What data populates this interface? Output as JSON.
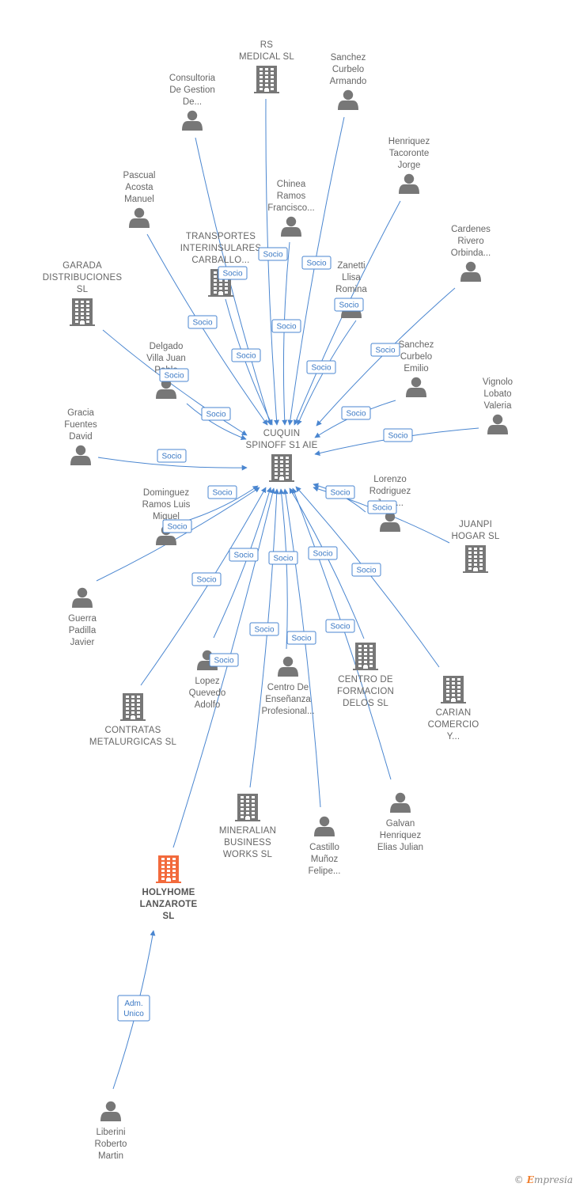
{
  "colors": {
    "edge": "#4a86d0",
    "node_icon": "#777777",
    "highlight_icon": "#f26a3c",
    "text": "#666666"
  },
  "nodes": [
    {
      "id": "cuquin",
      "type": "company",
      "lines": [
        "CUQUIN",
        "SPINOFF S1 AIE"
      ]
    },
    {
      "id": "rs_medical",
      "type": "company",
      "lines": [
        "RS",
        "MEDICAL SL"
      ]
    },
    {
      "id": "sanchez_curbelo_armando",
      "type": "person",
      "lines": [
        "Sanchez",
        "Curbelo",
        "Armando"
      ]
    },
    {
      "id": "consultoria",
      "type": "person",
      "lines": [
        "Consultoria",
        "De Gestion",
        "De..."
      ]
    },
    {
      "id": "henriquez",
      "type": "person",
      "lines": [
        "Henriquez",
        "Tacoronte",
        "Jorge"
      ]
    },
    {
      "id": "pascual",
      "type": "person",
      "lines": [
        "Pascual",
        "Acosta",
        "Manuel"
      ]
    },
    {
      "id": "chinea",
      "type": "person",
      "lines": [
        "Chinea",
        "Ramos",
        "Francisco..."
      ]
    },
    {
      "id": "cardenes",
      "type": "person",
      "lines": [
        "Cardenes",
        "Rivero",
        "Orbinda..."
      ]
    },
    {
      "id": "transportes",
      "type": "company",
      "lines": [
        "TRANSPORTES",
        "INTERINSULARES",
        "CARBALLO..."
      ]
    },
    {
      "id": "garada",
      "type": "company",
      "lines": [
        "GARADA",
        "DISTRIBUCIONES",
        "SL"
      ]
    },
    {
      "id": "zanetti",
      "type": "person",
      "lines": [
        "Zanetti",
        "Llisa",
        "Romina"
      ]
    },
    {
      "id": "delgado",
      "type": "person",
      "lines": [
        "Delgado",
        "Villa Juan",
        "Pablo"
      ]
    },
    {
      "id": "sanchez_curbelo_emilio",
      "type": "person",
      "lines": [
        "Sanchez",
        "Curbelo",
        "Emilio"
      ]
    },
    {
      "id": "vignolo",
      "type": "person",
      "lines": [
        "Vignolo",
        "Lobato",
        "Valeria"
      ]
    },
    {
      "id": "gracia",
      "type": "person",
      "lines": [
        "Gracia",
        "Fuentes",
        "David"
      ]
    },
    {
      "id": "lorenzo",
      "type": "person",
      "lines": [
        "Lorenzo",
        "Rodriguez",
        "Jose..."
      ]
    },
    {
      "id": "dominguez",
      "type": "person",
      "lines": [
        "Dominguez",
        "Ramos Luis",
        "Miguel"
      ]
    },
    {
      "id": "juanpi",
      "type": "company",
      "lines": [
        "JUANPI",
        "HOGAR  SL"
      ]
    },
    {
      "id": "guerra",
      "type": "person",
      "lines": [
        "Guerra",
        "Padilla",
        "Javier"
      ]
    },
    {
      "id": "lopez",
      "type": "person",
      "lines": [
        "Lopez",
        "Quevedo",
        "Adolfo"
      ]
    },
    {
      "id": "centro_ensenanza",
      "type": "person",
      "lines": [
        "Centro De",
        "Enseñanza",
        "Profesional..."
      ]
    },
    {
      "id": "centro_formacion",
      "type": "company",
      "lines": [
        "CENTRO DE",
        "FORMACION",
        "DELOS  SL"
      ]
    },
    {
      "id": "carian",
      "type": "company",
      "lines": [
        "CARIAN",
        "COMERCIO",
        "Y..."
      ]
    },
    {
      "id": "contratas",
      "type": "company",
      "lines": [
        "CONTRATAS",
        "METALURGICAS SL"
      ]
    },
    {
      "id": "mineralian",
      "type": "company",
      "lines": [
        "MINERALIAN",
        "BUSINESS",
        "WORKS  SL"
      ]
    },
    {
      "id": "castillo",
      "type": "person",
      "lines": [
        "Castillo",
        "Muñoz",
        "Felipe..."
      ]
    },
    {
      "id": "galvan",
      "type": "person",
      "lines": [
        "Galvan",
        "Henriquez",
        "Elias Julian"
      ]
    },
    {
      "id": "holyhome",
      "type": "company",
      "highlight": true,
      "lines": [
        "HOLYHOME",
        "LANZAROTE",
        "SL"
      ]
    },
    {
      "id": "liberini",
      "type": "person",
      "lines": [
        "Liberini",
        "Roberto",
        "Martin"
      ]
    }
  ],
  "edges": [
    {
      "from": "rs_medical",
      "to": "cuquin",
      "label": "Socio"
    },
    {
      "from": "sanchez_curbelo_armando",
      "to": "cuquin",
      "label": "Socio"
    },
    {
      "from": "consultoria",
      "to": "cuquin",
      "label": "Socio"
    },
    {
      "from": "henriquez",
      "to": "cuquin",
      "label": "Socio"
    },
    {
      "from": "pascual",
      "to": "cuquin",
      "label": "Socio"
    },
    {
      "from": "chinea",
      "to": "cuquin",
      "label": "Socio"
    },
    {
      "from": "cardenes",
      "to": "cuquin",
      "label": "Socio"
    },
    {
      "from": "transportes",
      "to": "cuquin",
      "label": "Socio"
    },
    {
      "from": "garada",
      "to": "cuquin",
      "label": "Socio"
    },
    {
      "from": "zanetti",
      "to": "cuquin",
      "label": "Socio"
    },
    {
      "from": "delgado",
      "to": "cuquin",
      "label": "Socio"
    },
    {
      "from": "sanchez_curbelo_emilio",
      "to": "cuquin",
      "label": "Socio"
    },
    {
      "from": "vignolo",
      "to": "cuquin",
      "label": "Socio"
    },
    {
      "from": "gracia",
      "to": "cuquin",
      "label": "Socio"
    },
    {
      "from": "lorenzo",
      "to": "cuquin",
      "label": "Socio"
    },
    {
      "from": "juanpi",
      "to": "cuquin",
      "label": "Socio"
    },
    {
      "from": "dominguez",
      "to": "cuquin",
      "label": "Socio"
    },
    {
      "from": "guerra",
      "to": "cuquin",
      "label": "Socio"
    },
    {
      "from": "contratas",
      "to": "cuquin",
      "label": "Socio"
    },
    {
      "from": "lopez",
      "to": "cuquin",
      "label": "Socio"
    },
    {
      "from": "holyhome",
      "to": "cuquin",
      "label": "Socio"
    },
    {
      "from": "mineralian",
      "to": "cuquin",
      "label": "Socio"
    },
    {
      "from": "centro_ensenanza",
      "to": "cuquin",
      "label": "Socio"
    },
    {
      "from": "castillo",
      "to": "cuquin",
      "label": "Socio"
    },
    {
      "from": "centro_formacion",
      "to": "cuquin",
      "label": "Socio"
    },
    {
      "from": "galvan",
      "to": "cuquin",
      "label": "Socio"
    },
    {
      "from": "carian",
      "to": "cuquin",
      "label": "Socio"
    },
    {
      "from": "liberini",
      "to": "holyhome",
      "label": "Adm.\nUnico"
    }
  ],
  "footer": {
    "copyright": "©",
    "brand_initial": "E",
    "brand_rest": "mpresia"
  }
}
